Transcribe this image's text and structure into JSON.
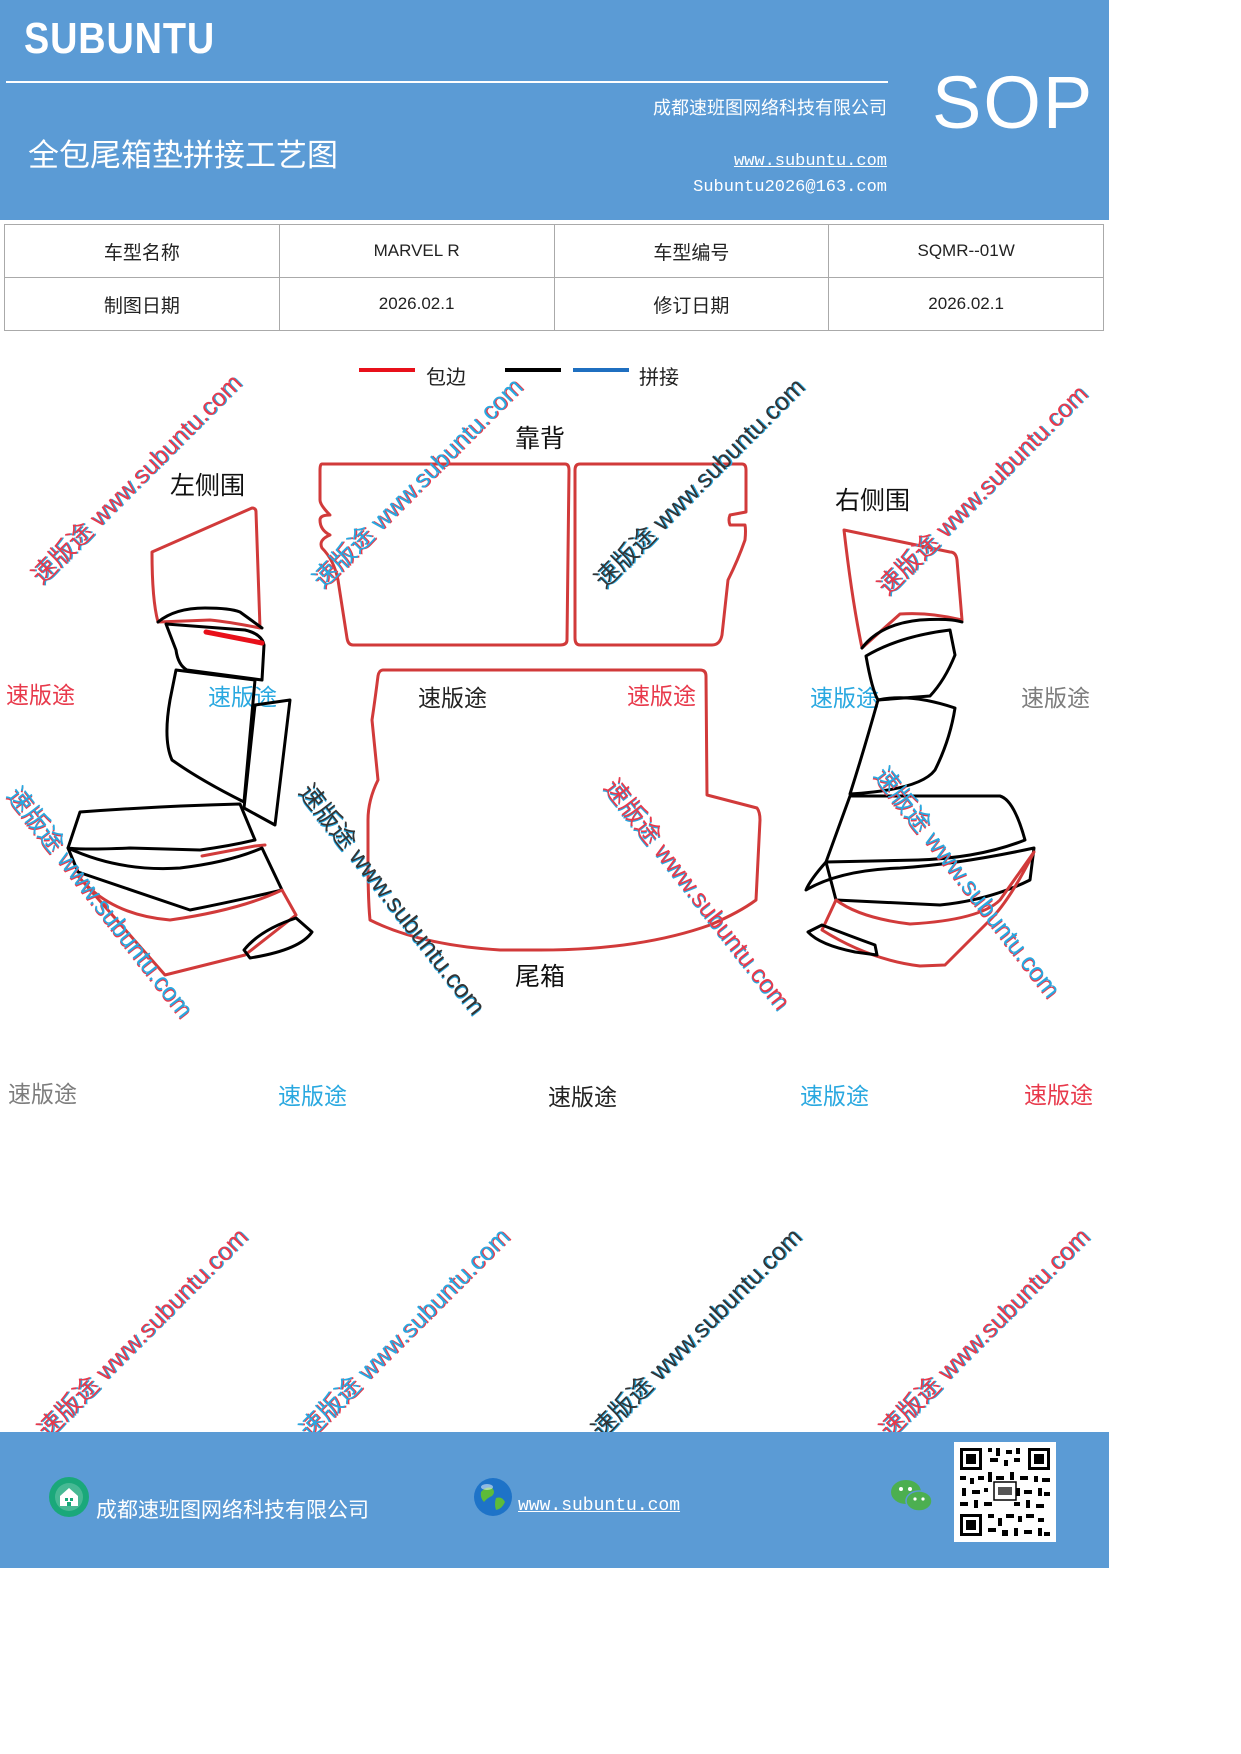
{
  "header": {
    "brand": "SUBUNTU",
    "company": "成都速班图网络科技有限公司",
    "title": "全包尾箱垫拼接工艺图",
    "website": "www.subuntu.com",
    "email": "Subuntu2026@163.com",
    "sop": "SOP"
  },
  "info_table": {
    "rows": [
      [
        "车型名称",
        "MARVEL R",
        "车型编号",
        "SQMR--01W"
      ],
      [
        "制图日期",
        "2026.02.1",
        "修订日期",
        "2026.02.1"
      ]
    ]
  },
  "legend": {
    "items": [
      {
        "label": "包边",
        "color": "#e8101a"
      },
      {
        "label": "",
        "color": "#000000"
      },
      {
        "label": "拼接",
        "color": "#1f6fc0"
      }
    ]
  },
  "diagram": {
    "labels": {
      "backrest": "靠背",
      "left_side": "左侧围",
      "right_side": "右侧围",
      "trunk": "尾箱"
    }
  },
  "watermarks": {
    "text": "速版途",
    "url_text": "速版途 www.subuntu.com"
  },
  "footer": {
    "company": "成都速班图网络科技有限公司",
    "website": "www.subuntu.com"
  },
  "colors": {
    "header_bg": "#5b9bd5",
    "trim_red": "#d13a3a",
    "seam_black": "#000000",
    "splice_blue": "#1f6fc0"
  }
}
